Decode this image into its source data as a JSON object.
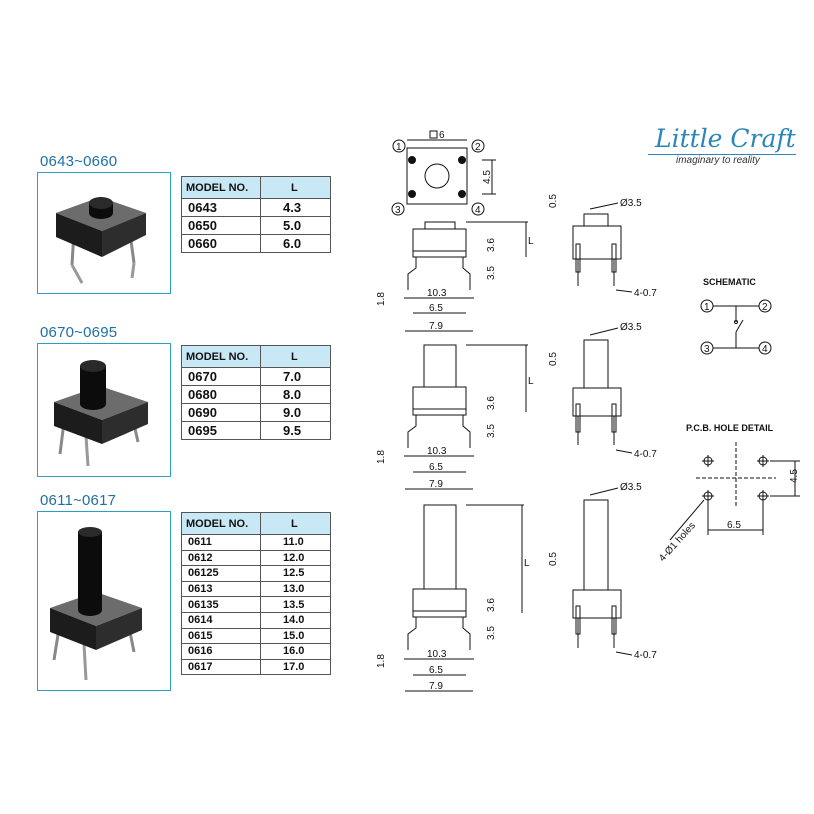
{
  "logo": {
    "title": "Little Craft",
    "subtitle": "imaginary to reality"
  },
  "groups": [
    {
      "title": "0643~0660",
      "header": {
        "model": "MODEL NO.",
        "l": "L"
      },
      "rows": [
        {
          "model": "0643",
          "l": "4.3"
        },
        {
          "model": "0650",
          "l": "5.0"
        },
        {
          "model": "0660",
          "l": "6.0"
        }
      ]
    },
    {
      "title": "0670~0695",
      "header": {
        "model": "MODEL NO.",
        "l": "L"
      },
      "rows": [
        {
          "model": "0670",
          "l": "7.0"
        },
        {
          "model": "0680",
          "l": "8.0"
        },
        {
          "model": "0690",
          "l": "9.0"
        },
        {
          "model": "0695",
          "l": "9.5"
        }
      ]
    },
    {
      "title": "0611~0617",
      "header": {
        "model": "MODEL NO.",
        "l": "L"
      },
      "rows": [
        {
          "model": "0611",
          "l": "11.0"
        },
        {
          "model": "0612",
          "l": "12.0"
        },
        {
          "model": "06125",
          "l": "12.5"
        },
        {
          "model": "0613",
          "l": "13.0"
        },
        {
          "model": "06135",
          "l": "13.5"
        },
        {
          "model": "0614",
          "l": "14.0"
        },
        {
          "model": "0615",
          "l": "15.0"
        },
        {
          "model": "0616",
          "l": "16.0"
        },
        {
          "model": "0617",
          "l": "17.0"
        }
      ]
    }
  ],
  "top_view": {
    "size": "6",
    "height": "4.5",
    "pins": [
      "1",
      "2",
      "3",
      "4"
    ]
  },
  "dims": {
    "pin_span": "10.3",
    "body_width": "6.5",
    "outer": "7.9",
    "standoff": "1.8",
    "d35": "3.5",
    "d36": "3.6",
    "L": "L",
    "d05": "0.5",
    "diameter": "Ø3.5",
    "pin_len": "4-0.7"
  },
  "schematic": {
    "title": "SCHEMATIC",
    "pins": [
      "1",
      "2",
      "3",
      "4"
    ]
  },
  "pcb": {
    "title": "P.C.B. HOLE DETAIL",
    "v": "4.5",
    "h": "6.5",
    "holes": "4-Ø1 holes"
  }
}
